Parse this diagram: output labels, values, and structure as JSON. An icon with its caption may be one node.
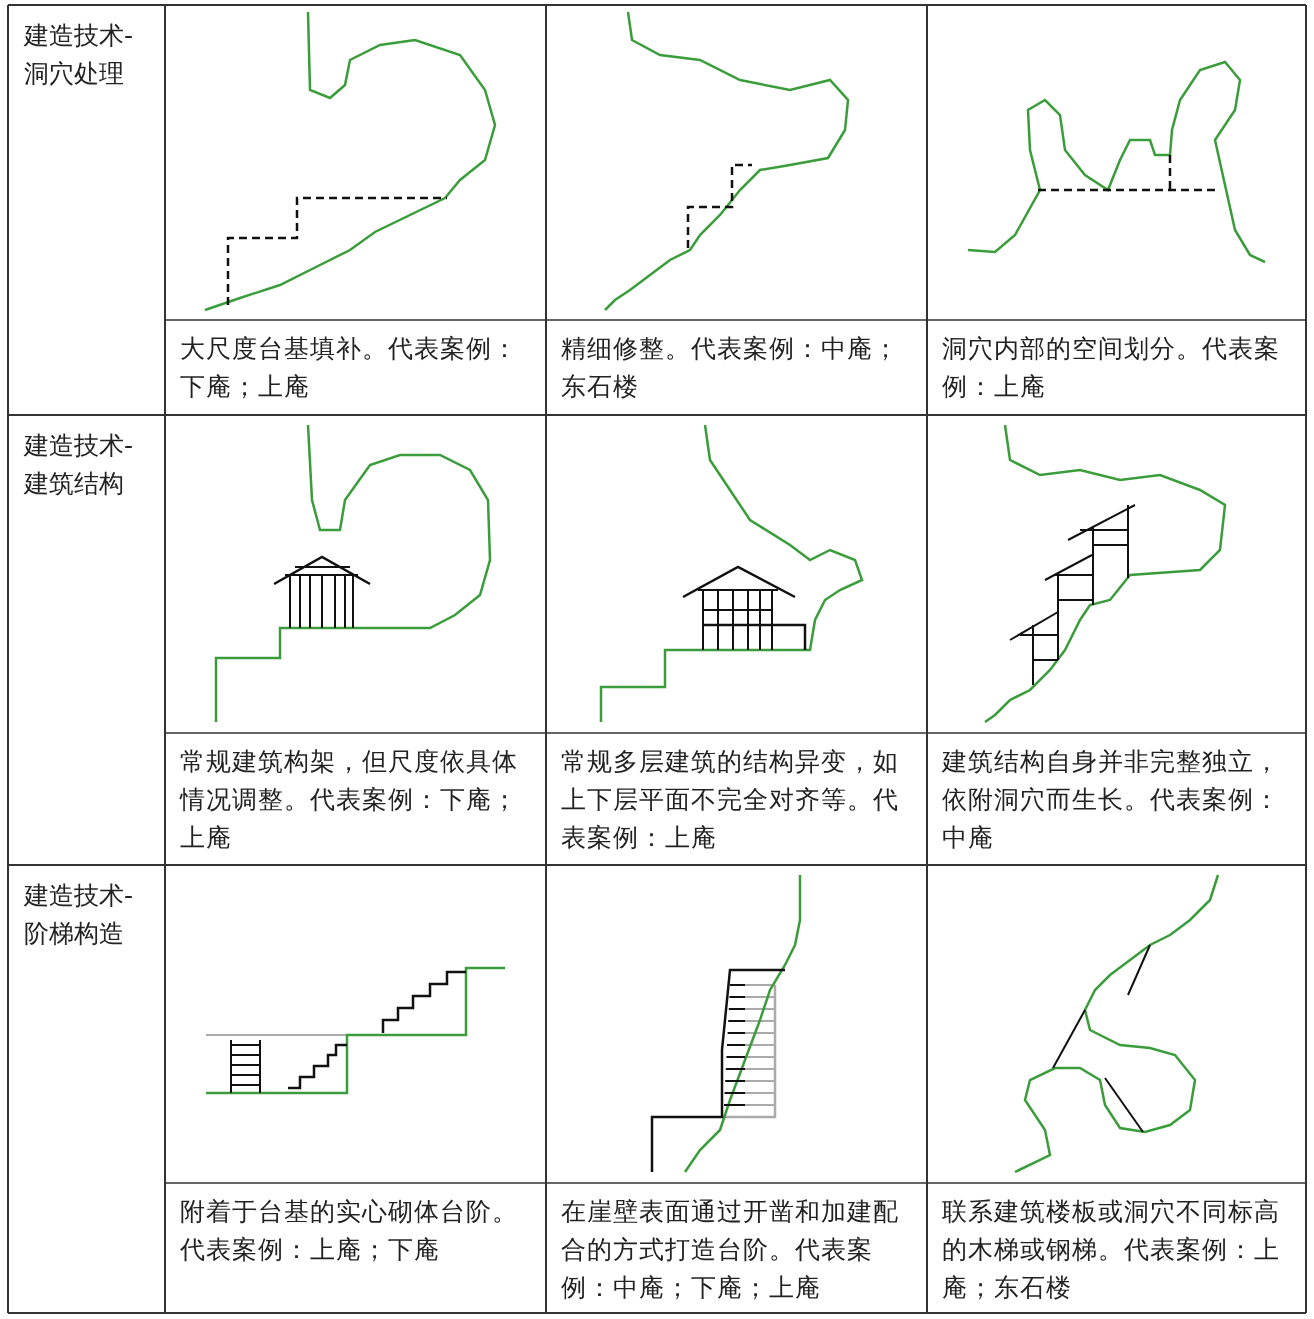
{
  "diagram": {
    "labels": [
      "建造技术-洞穴处理",
      "大尺度台基填补。代表案例：下庵；上庵",
      "精细修整。代表案例：中庵；东石楼",
      "洞穴内部的空间划分。代表案例：上庵",
      "建造技术-建筑结构",
      "常规建筑构架，但尺度依具体情况调整。代表案例：下庵；上庵",
      "常规多层建筑的结构异变，如上下层平面不完全对齐等。代表案例：上庵",
      "建筑结构自身并非完整独立，依附洞穴而生长。代表案例：中庵",
      "建造技术-阶梯构造",
      "附着于台基的实心砌体台阶。代表案例：上庵；下庵",
      "在崖壁表面通过开凿和加建配合的方式打造台阶。代表案例：中庵；下庵；上庵",
      "联系建筑楼板或洞穴不同标高的木梯或钢梯。代表案例：上庵；东石楼"
    ]
  }
}
